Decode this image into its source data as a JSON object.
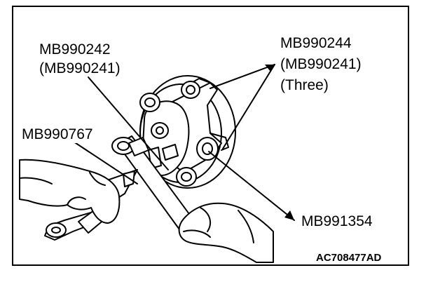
{
  "labels": {
    "mb990242": "MB990242",
    "mb990242_sub": "(MB990241)",
    "mb990244": "MB990244",
    "mb990244_sub": "(MB990241)",
    "mb990244_qty": "(Three)",
    "mb990767": "MB990767",
    "mb991354": "MB991354"
  },
  "figure_code": "AC708477AD"
}
